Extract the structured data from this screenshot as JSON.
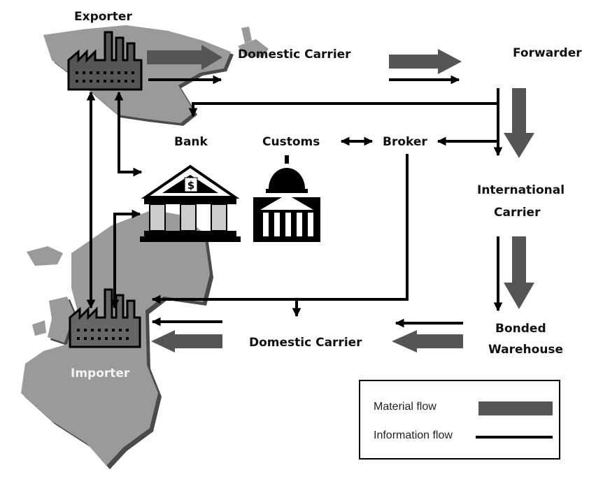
{
  "labels": {
    "exporter": "Exporter",
    "domestic_carrier_top": "Domestic Carrier",
    "forwarder": "Forwarder",
    "bank": "Bank",
    "customs": "Customs",
    "broker": "Broker",
    "international_carrier_line1": "International",
    "international_carrier_line2": "Carrier",
    "bonded_warehouse_line1": "Bonded",
    "bonded_warehouse_line2": "Warehouse",
    "domestic_carrier_bottom": "Domestic Carrier",
    "importer": "Importer"
  },
  "legend": {
    "material_flow": "Material flow",
    "information_flow": "Information flow"
  },
  "colors": {
    "material_flow": "#555555",
    "information_flow": "#000000",
    "map_fill": "#9a9a9a",
    "map_shadow": "#4a4a4a",
    "importer_label": "#f2f2f2"
  },
  "icons": {
    "exporter": "factory-icon",
    "importer": "factory-icon",
    "bank": "bank-building-icon",
    "customs": "capitol-dome-icon"
  }
}
